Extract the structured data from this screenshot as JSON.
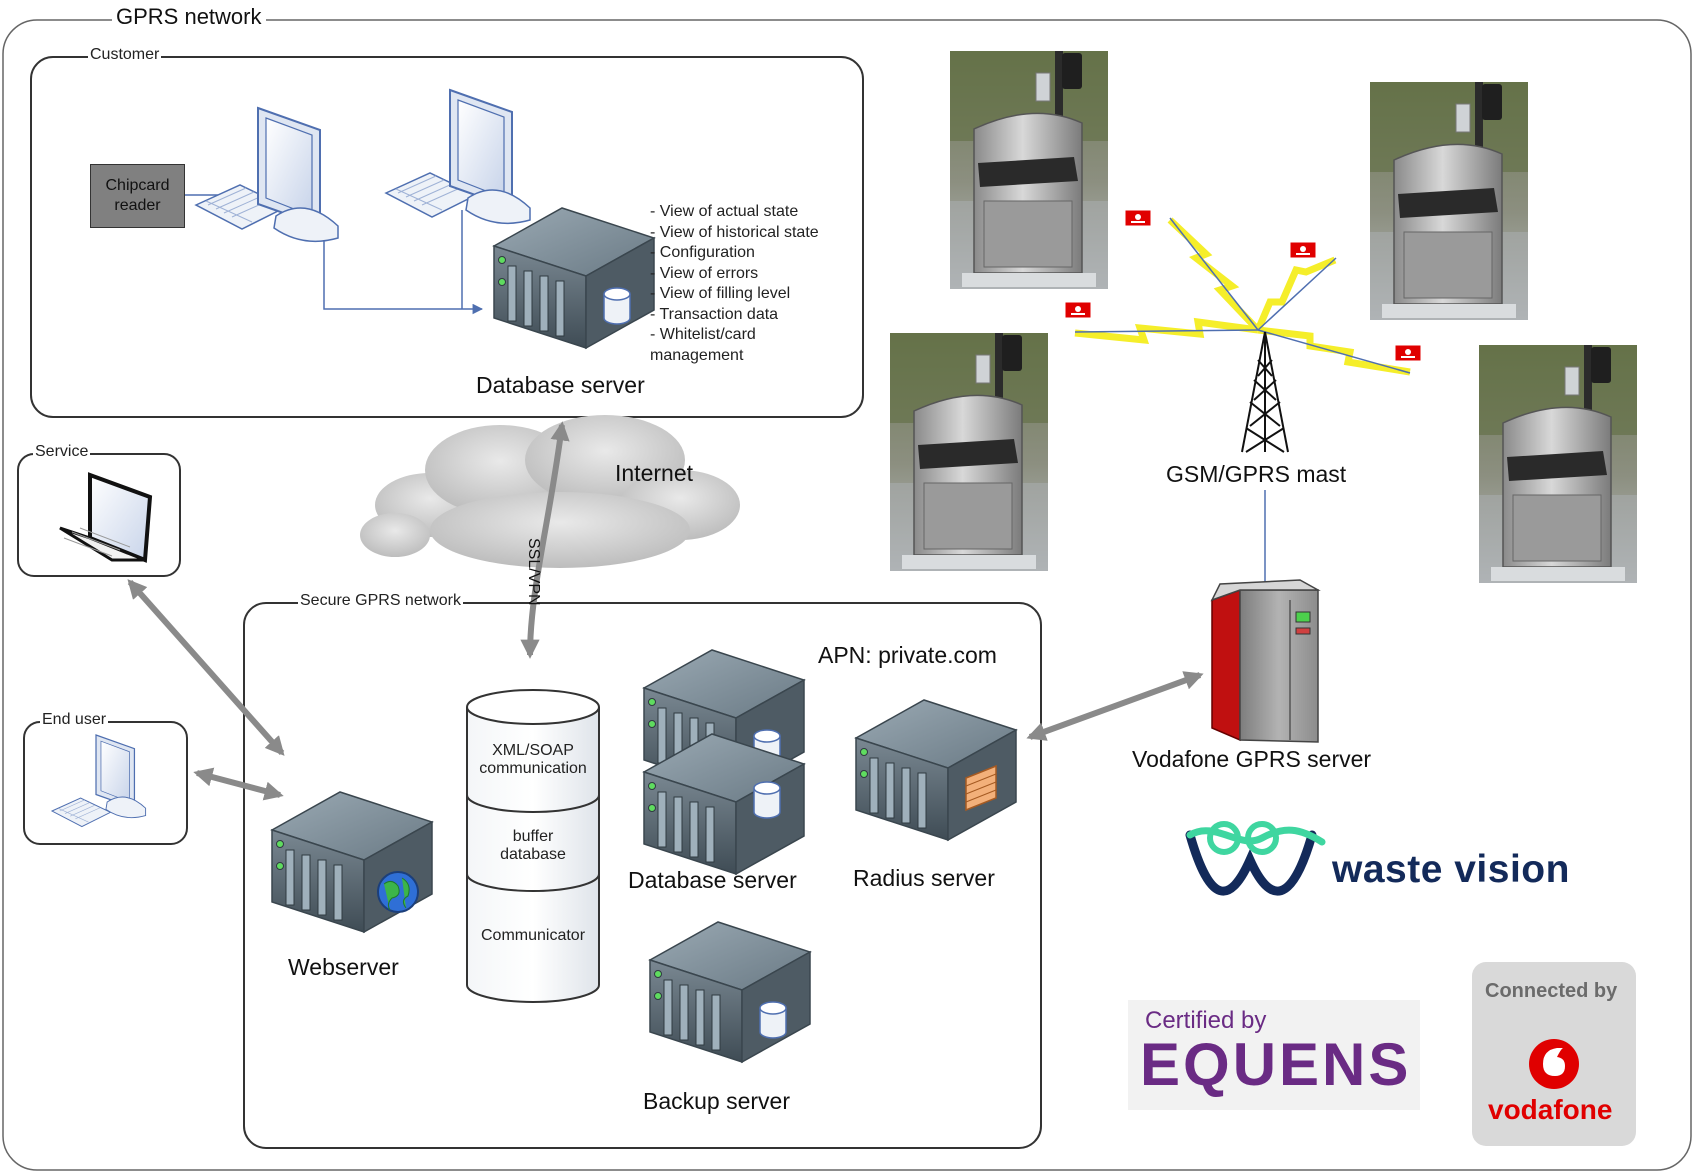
{
  "diagram": {
    "groups": {
      "gprs_network": "GPRS network",
      "customer": "Customer",
      "service": "Service",
      "end_user": "End user",
      "secure_gprs": "Secure GPRS network"
    },
    "customer": {
      "chipcard_reader": [
        "Chipcard",
        "reader"
      ],
      "database_server": "Database server",
      "features": [
        "- View of actual state",
        "- View of historical state",
        "- Configuration",
        "- View of errors",
        "- View of filling level",
        "- Transaction data",
        "- Whitelist/card",
        "management"
      ]
    },
    "internet": "Internet",
    "ssl_vpn": "SSL/VPN",
    "secure": {
      "apn": "APN: private.com",
      "stack": {
        "top": [
          "XML/SOAP",
          "communication"
        ],
        "middle": [
          "buffer",
          "database"
        ],
        "bottom": "Communicator"
      },
      "webserver": "Webserver",
      "database_server": "Database server",
      "radius_server": "Radius server",
      "backup_server": "Backup server"
    },
    "mast": "GSM/GPRS mast",
    "vodafone_server": "Vodafone GPRS server",
    "logos": {
      "waste_vision": "waste vision",
      "certified_by": "Certified by",
      "equens": "EQUENS",
      "connected_by": "Connected by",
      "vodafone": "vodafone"
    },
    "colors": {
      "thin_line": "#4f6fb0",
      "thick_arrow": "#8a8a8a",
      "server_body": "#5f6f78",
      "lightning": "#f5ee2a",
      "vodafone_red": "#e00000",
      "equens_purple": "#6a2b84",
      "waste_vision_navy": "#132a5a",
      "waste_vision_green": "#3fd6a0"
    }
  }
}
